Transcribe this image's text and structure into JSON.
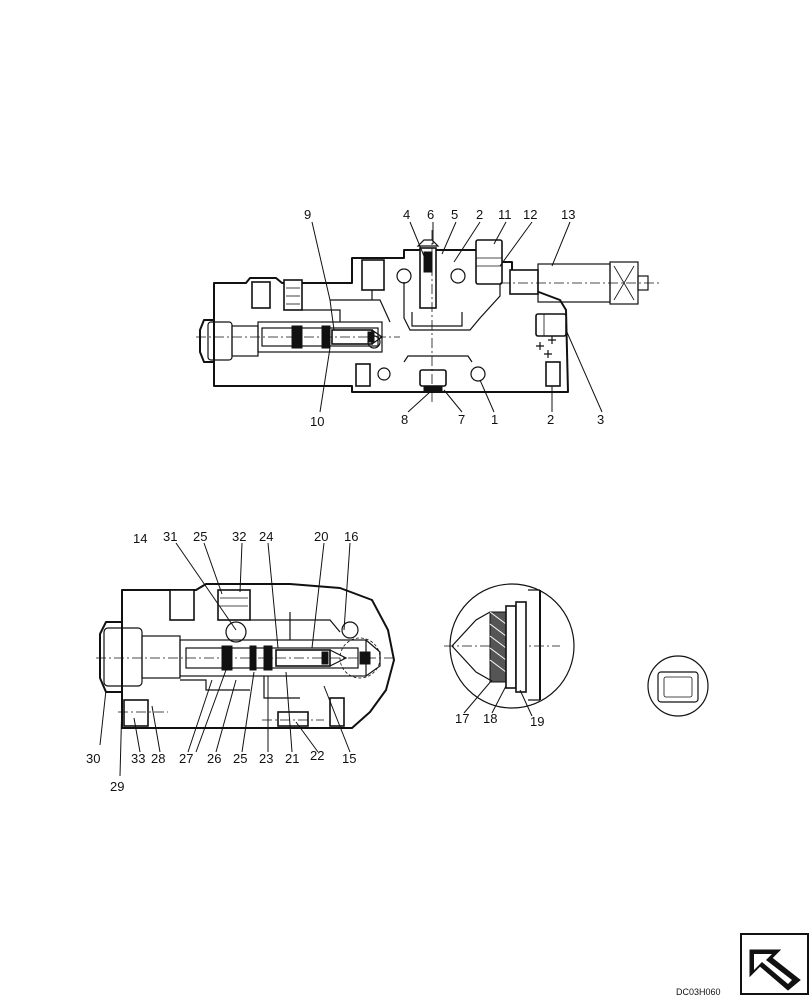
{
  "figure_code": "DC03H060",
  "icons": {
    "navigation": "previous-page-arrow-icon"
  },
  "callouts_top": [
    "9",
    "4",
    "6",
    "5",
    "2",
    "11",
    "12",
    "13",
    "10",
    "8",
    "7",
    "1",
    "2",
    "3"
  ],
  "callouts_bottom": [
    "14",
    "31",
    "25",
    "32",
    "24",
    "20",
    "16",
    "30",
    "29",
    "33",
    "28",
    "27",
    "26",
    "25",
    "23",
    "21",
    "22",
    "15"
  ],
  "callouts_detail": [
    "17",
    "18",
    "19"
  ]
}
